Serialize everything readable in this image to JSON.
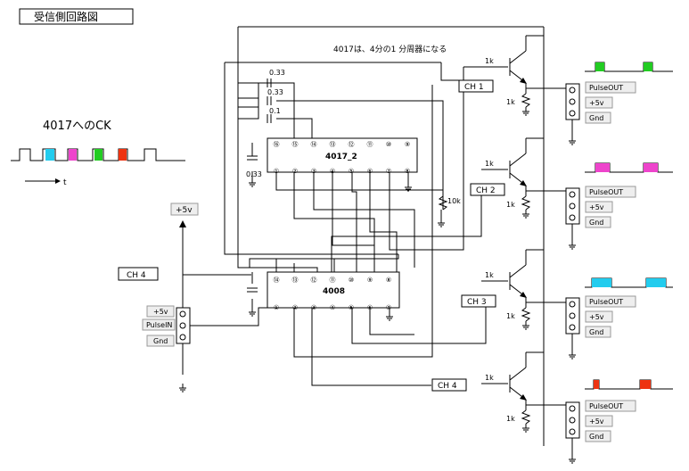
{
  "title": "受信側回路図",
  "note": "4017は、4分の1 分周器になる",
  "clock": {
    "label": "4017へのCK",
    "axis": "t"
  },
  "colors": {
    "green": "#22cc22",
    "cyan": "#22ccee",
    "magenta": "#ee44cc",
    "red": "#ee3311"
  },
  "chips": {
    "c4017": "4017_2",
    "c4008": "4008"
  },
  "c4017_top": [
    "⑯",
    "⑮",
    "⑭",
    "⑬",
    "⑫",
    "⑪",
    "⑩",
    "⑨"
  ],
  "c4017_bot": [
    "①",
    "②",
    "③",
    "④",
    "⑤",
    "⑥",
    "⑦",
    "⑧"
  ],
  "c4008_top": [
    "⑭",
    "⑬",
    "⑫",
    "⑪",
    "⑩",
    "⑨",
    "⑧"
  ],
  "c4008_bot": [
    "①",
    "②",
    "③",
    "④",
    "⑤",
    "⑥",
    "⑦"
  ],
  "caps": [
    "0.33",
    "0.33",
    "0.1",
    "0.33"
  ],
  "res": {
    "r1k": "1k",
    "r10k": "10k"
  },
  "channels": [
    "CH 1",
    "CH 2",
    "CH 3",
    "CH 4"
  ],
  "ch4_input": "CH 4",
  "vplus": "+5v",
  "outputs": {
    "pulse": "PulseOUT",
    "vcc": "+5v",
    "gnd": "Gnd"
  },
  "input_conn": {
    "pulse": "PulseIN",
    "vcc": "+5v",
    "gnd": "Gnd"
  }
}
